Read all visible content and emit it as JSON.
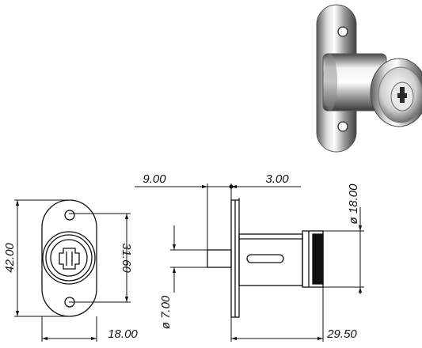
{
  "dimensions": {
    "height_42": "42.00",
    "height_31_60": "31.60",
    "width_18_front": "18.00",
    "offset_9": "9.00",
    "offset_3": "3.00",
    "diameter_18": "ø 18.00",
    "diameter_7": "ø 7.00",
    "length_29_50": "29.50"
  },
  "colors": {
    "line": "#111111",
    "metal_light": "#f4f4f4",
    "metal_dark": "#6a6a6a"
  }
}
